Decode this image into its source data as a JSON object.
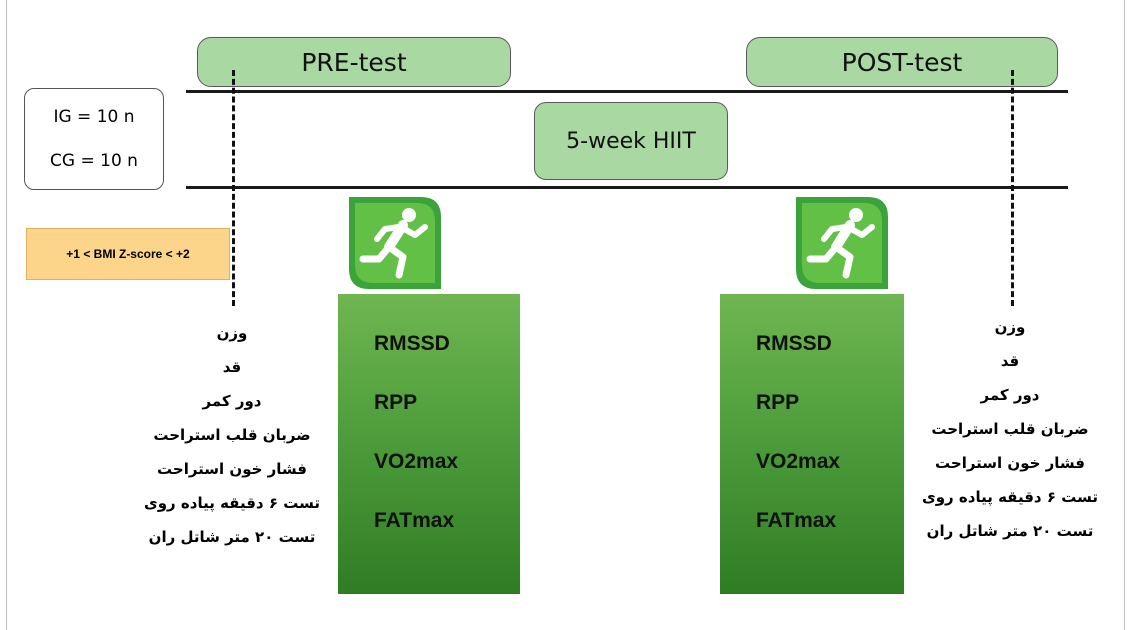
{
  "pre_test_label": "PRE-test",
  "post_test_label": "POST-test",
  "intervention_label": "5-week HIIT",
  "groups": {
    "ig": "IG = 10 n",
    "cg": "CG = 10 n"
  },
  "bmi_criterion": "+1 < BMI Z-score < +2",
  "lab_measures": [
    "RMSSD",
    "RPP",
    "VO2max",
    "FATmax"
  ],
  "field_measures": [
    "وزن",
    "قد",
    "دور کمر",
    "ضربان قلب استراحت",
    "فشار خون استراحت",
    "تست ۶ دقیقه پیاده روی",
    "تست ۲۰ متر شاتل ران"
  ],
  "colors": {
    "pill_green": "#a9d8a3",
    "box_green_top": "#6fb651",
    "box_green_bottom": "#2f7d23",
    "bmi_orange": "#fcd48a"
  },
  "icons": [
    "running-person-icon"
  ]
}
